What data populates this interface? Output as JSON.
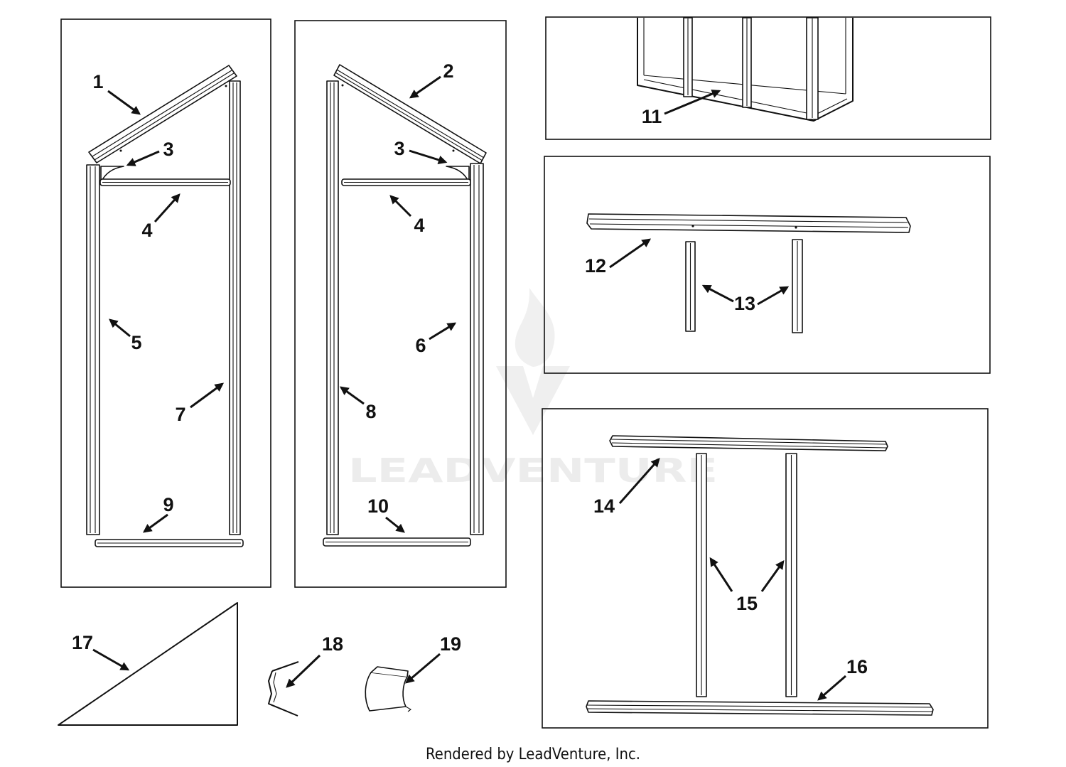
{
  "colors": {
    "line": "#111111",
    "watermark": "#ececec",
    "background": "#ffffff"
  },
  "panels": {
    "panel_a": {
      "callouts": [
        "1",
        "3",
        "4",
        "5",
        "7",
        "9"
      ]
    },
    "panel_b": {
      "callouts": [
        "2",
        "3",
        "4",
        "6",
        "8",
        "10"
      ]
    },
    "panel_c": {
      "callouts": [
        "11"
      ]
    },
    "panel_d": {
      "callouts": [
        "12",
        "13"
      ]
    },
    "panel_e": {
      "callouts": [
        "14",
        "15",
        "16"
      ]
    },
    "loose_parts": {
      "callouts": [
        "17",
        "18",
        "19"
      ]
    }
  },
  "watermark": {
    "brand": "LEADVENTURE"
  },
  "footer": {
    "text": "Rendered by LeadVenture, Inc."
  }
}
